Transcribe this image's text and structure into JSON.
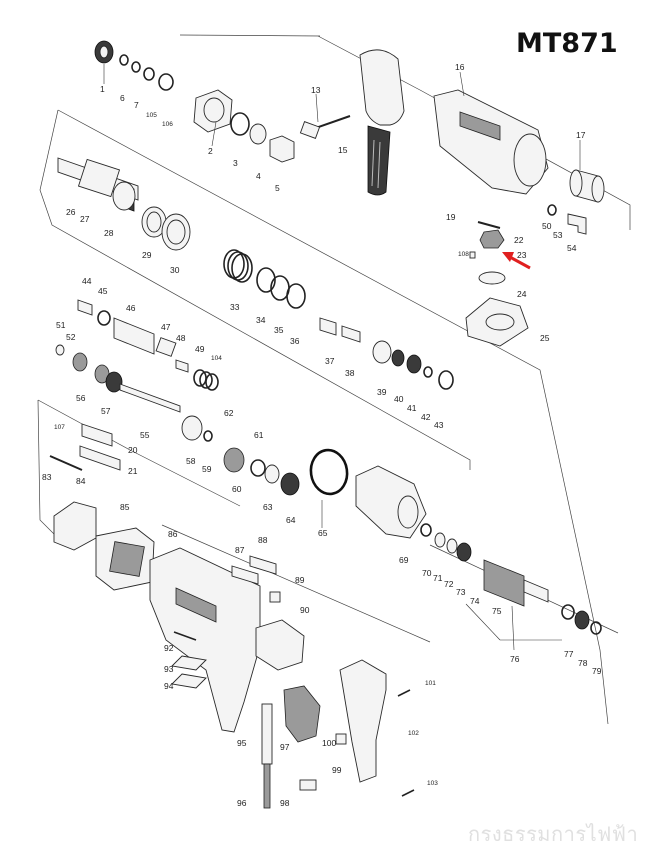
{
  "title": "MT871",
  "watermark": "กรงธรรมการไฟฟ้า",
  "callouts": [
    "1",
    "6",
    "7",
    "105",
    "106",
    "2",
    "3",
    "4",
    "5",
    "13",
    "15",
    "16",
    "17",
    "19",
    "22",
    "23",
    "108",
    "24",
    "25",
    "50",
    "53",
    "54",
    "26",
    "27",
    "28",
    "29",
    "30",
    "33",
    "34",
    "35",
    "36",
    "37",
    "38",
    "39",
    "40",
    "41",
    "42",
    "43",
    "44",
    "45",
    "46",
    "47",
    "48",
    "49",
    "104",
    "51",
    "52",
    "56",
    "57",
    "55",
    "107",
    "20",
    "21",
    "62",
    "61",
    "58",
    "59",
    "60",
    "63",
    "64",
    "65",
    "69",
    "83",
    "84",
    "85",
    "86",
    "87",
    "88",
    "89",
    "90",
    "70",
    "71",
    "72",
    "73",
    "74",
    "75",
    "76",
    "77",
    "78",
    "79",
    "92",
    "93",
    "94",
    "95",
    "96",
    "97",
    "98",
    "99",
    "100",
    "101",
    "102",
    "103"
  ],
  "colors": {
    "arrow": "#e02020",
    "line": "#222222",
    "background": "#ffffff"
  }
}
